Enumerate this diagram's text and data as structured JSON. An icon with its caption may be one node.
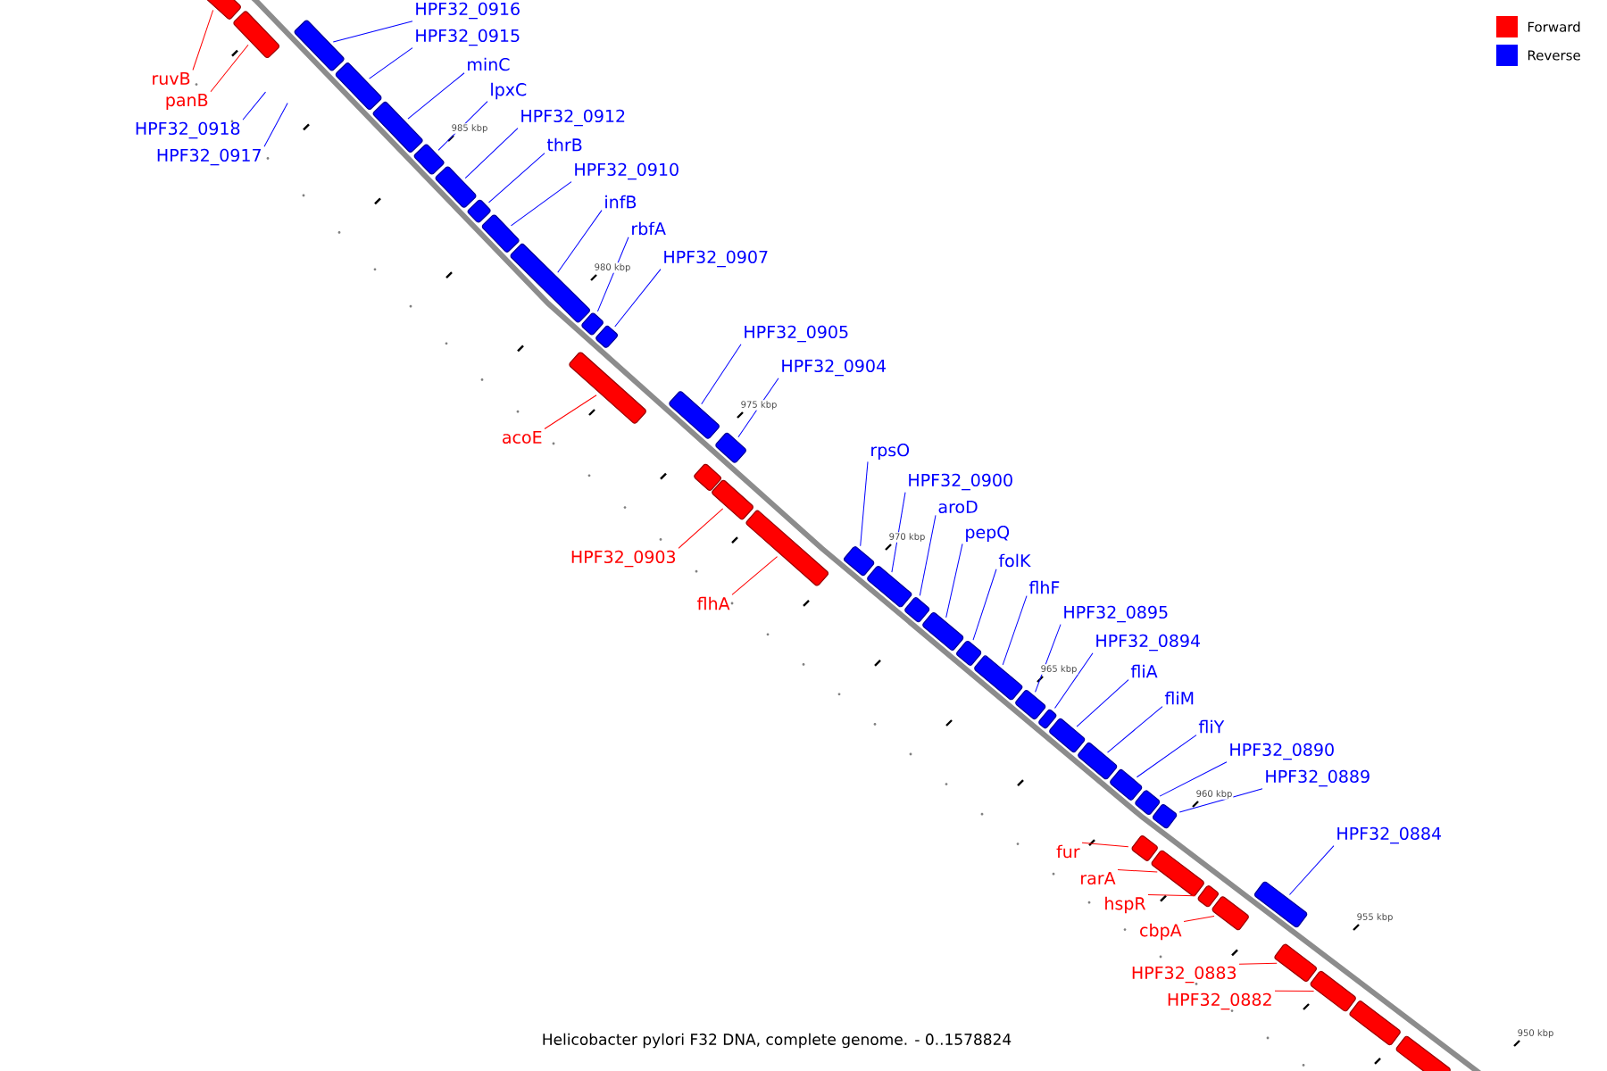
{
  "diagram": {
    "caption": "Helicobacter pylori F32 DNA, complete genome. - 0..1578824",
    "nodes": [
      {
        "text": [
          "ruvB"
        ]
      },
      {
        "text": [],
        "shape": "bar"
      },
      {
        "text": [
          "panB"
        ]
      },
      {
        "text": [],
        "shape": "bar"
      },
      {
        "text": [
          "HPF32_0918"
        ]
      },
      {
        "text": [
          "HPF32_0917"
        ]
      },
      {
        "text": [
          "HPF32_0916"
        ]
      },
      {
        "text": [],
        "shape": "bar"
      },
      {
        "text": [
          "HPF32_0915"
        ]
      },
      {
        "text": [],
        "shape": "bar"
      },
      {
        "text": [
          "minC"
        ]
      },
      {
        "text": [],
        "shape": "bar"
      },
      {
        "text": [
          "lpxC"
        ]
      },
      {
        "text": [],
        "shape": "bar"
      },
      {
        "text": [
          "HPF32_0912"
        ]
      },
      {
        "text": [],
        "shape": "bar"
      },
      {
        "text": [
          "thrB"
        ]
      },
      {
        "text": [],
        "shape": "bar"
      },
      {
        "text": [
          "HPF32_0910"
        ]
      },
      {
        "text": [],
        "shape": "bar"
      },
      {
        "text": [
          "infB"
        ]
      },
      {
        "text": [],
        "shape": "bar"
      },
      {
        "text": [
          "rbfA"
        ]
      },
      {
        "text": [],
        "shape": "bar"
      },
      {
        "text": [
          "HPF32_0907"
        ]
      },
      {
        "text": [],
        "shape": "bar"
      },
      {
        "text": [
          "acoE"
        ]
      },
      {
        "text": [],
        "shape": "bar"
      },
      {
        "text": [
          "HPF32_0905"
        ]
      },
      {
        "text": [],
        "shape": "bar"
      },
      {
        "text": [
          "HPF32_0904"
        ]
      },
      {
        "text": [],
        "shape": "bar"
      },
      {
        "text": [
          "HPF32_0903"
        ]
      },
      {
        "text": [],
        "shape": "bar"
      },
      {
        "text": [
          "flhA"
        ]
      },
      {
        "text": [],
        "shape": "bar"
      },
      {
        "text": [
          "rpsO"
        ]
      },
      {
        "text": [],
        "shape": "bar"
      },
      {
        "text": [
          "HPF32_0900"
        ]
      },
      {
        "text": [],
        "shape": "bar"
      },
      {
        "text": [
          "aroD"
        ]
      },
      {
        "text": [],
        "shape": "bar"
      },
      {
        "text": [
          "pepQ"
        ]
      },
      {
        "text": [],
        "shape": "bar"
      },
      {
        "text": [
          "folK"
        ]
      },
      {
        "text": [],
        "shape": "bar"
      },
      {
        "text": [
          "flhF"
        ]
      },
      {
        "text": [],
        "shape": "bar"
      },
      {
        "text": [
          "HPF32_0895"
        ]
      },
      {
        "text": [],
        "shape": "bar"
      },
      {
        "text": [
          "HPF32_0894"
        ]
      },
      {
        "text": [],
        "shape": "bar"
      },
      {
        "text": [
          "fliA"
        ]
      },
      {
        "text": [],
        "shape": "bar"
      },
      {
        "text": [
          "fliM"
        ]
      },
      {
        "text": [],
        "shape": "bar"
      },
      {
        "text": [
          "fliY"
        ]
      },
      {
        "text": [],
        "shape": "bar"
      },
      {
        "text": [
          "HPF32_0890"
        ]
      },
      {
        "text": [],
        "shape": "bar"
      },
      {
        "text": [
          "HPF32_0889"
        ]
      },
      {
        "text": [],
        "shape": "bar"
      },
      {
        "text": [
          "fur"
        ]
      },
      {
        "text": [],
        "shape": "bar"
      },
      {
        "text": [
          "rarA"
        ]
      },
      {
        "text": [],
        "shape": "bar"
      },
      {
        "text": [
          "hspR"
        ]
      },
      {
        "text": [],
        "shape": "bar"
      },
      {
        "text": [
          "cbpA"
        ]
      },
      {
        "text": [],
        "shape": "bar"
      },
      {
        "text": [
          "HPF32_0884"
        ]
      },
      {
        "text": [],
        "shape": "bar"
      },
      {
        "text": [
          "HPF32_0883"
        ]
      },
      {
        "text": [],
        "shape": "bar"
      },
      {
        "text": [
          "HPF32_0882"
        ]
      },
      {
        "text": [],
        "shape": "bar"
      },
      {
        "text": [],
        "shape": "bar"
      },
      {
        "text": [],
        "shape": "bar"
      },
      {
        "text": [],
        "shape": "bar"
      }
    ],
    "edges": [
      {
        "from": 0,
        "to": 1,
        "arrow": "none",
        "color": "#ff0000"
      },
      {
        "from": 2,
        "to": 3,
        "arrow": "none",
        "color": "#ff0000"
      },
      {
        "from": 4,
        "to": null,
        "arrow": "none"
      },
      {
        "from": 5,
        "to": null,
        "arrow": "none"
      },
      {
        "from": 6,
        "to": 7,
        "arrow": "none"
      },
      {
        "from": 8,
        "to": 9,
        "arrow": "none"
      },
      {
        "from": 10,
        "to": 11,
        "arrow": "none"
      },
      {
        "from": 12,
        "to": 13,
        "arrow": "none"
      },
      {
        "from": 14,
        "to": 15,
        "arrow": "none"
      },
      {
        "from": 16,
        "to": 17,
        "arrow": "none"
      },
      {
        "from": 18,
        "to": 19,
        "arrow": "none"
      },
      {
        "from": 20,
        "to": 21,
        "arrow": "none"
      },
      {
        "from": 22,
        "to": 23,
        "arrow": "none"
      },
      {
        "from": 24,
        "to": 25,
        "arrow": "none"
      },
      {
        "from": 26,
        "to": 27,
        "arrow": "none",
        "color": "#ff0000"
      },
      {
        "from": 28,
        "to": 29,
        "arrow": "none"
      },
      {
        "from": 30,
        "to": 31,
        "arrow": "none"
      },
      {
        "from": 32,
        "to": 33,
        "arrow": "none",
        "color": "#ff0000"
      },
      {
        "from": 34,
        "to": 35,
        "arrow": "none",
        "color": "#ff0000"
      },
      {
        "from": 36,
        "to": 37,
        "arrow": "none"
      },
      {
        "from": 38,
        "to": 39,
        "arrow": "none"
      },
      {
        "from": 40,
        "to": 41,
        "arrow": "none"
      },
      {
        "from": 42,
        "to": 43,
        "arrow": "none"
      },
      {
        "from": 44,
        "to": 45,
        "arrow": "none"
      },
      {
        "from": 46,
        "to": 47,
        "arrow": "none"
      },
      {
        "from": 48,
        "to": 49,
        "arrow": "none"
      },
      {
        "from": 50,
        "to": 51,
        "arrow": "none"
      },
      {
        "from": 52,
        "to": 53,
        "arrow": "none"
      },
      {
        "from": 54,
        "to": 55,
        "arrow": "none"
      },
      {
        "from": 56,
        "to": 57,
        "arrow": "none"
      },
      {
        "from": 58,
        "to": 59,
        "arrow": "none"
      },
      {
        "from": 60,
        "to": 61,
        "arrow": "none"
      },
      {
        "from": 62,
        "to": 63,
        "arrow": "none",
        "color": "#ff0000"
      },
      {
        "from": 64,
        "to": 65,
        "arrow": "none",
        "color": "#ff0000"
      },
      {
        "from": 66,
        "to": 67,
        "arrow": "none",
        "color": "#ff0000"
      },
      {
        "from": 68,
        "to": 69,
        "arrow": "none",
        "color": "#ff0000"
      },
      {
        "from": 70,
        "to": 71,
        "arrow": "none"
      },
      {
        "from": 72,
        "to": 73,
        "arrow": "none",
        "color": "#ff0000"
      },
      {
        "from": 74,
        "to": 75,
        "arrow": "none",
        "color": "#ff0000"
      }
    ],
    "labels": [
      "985 kbp",
      "980 kbp",
      "975 kbp",
      "970 kbp",
      "965 kbp",
      "960 kbp",
      "955 kbp",
      "950 kbp"
    ],
    "legend": [
      {
        "text": "Forward",
        "color": "#ff0000"
      },
      {
        "text": "Reverse",
        "color": "#0000ff"
      }
    ]
  }
}
